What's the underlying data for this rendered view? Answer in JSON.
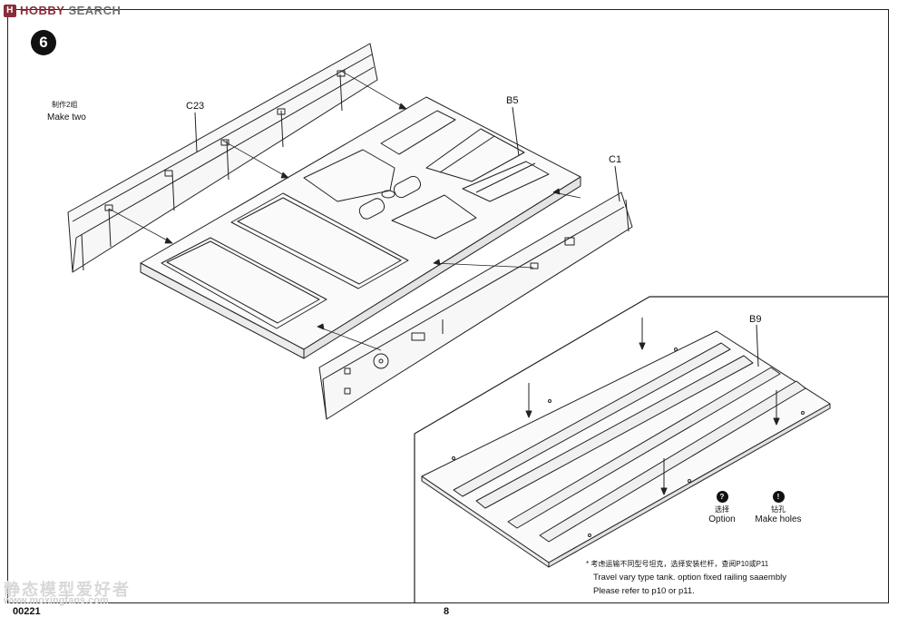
{
  "watermark": {
    "brand_mark": "H",
    "brand_a": "HOBBY",
    "brand_b": "SEARCH",
    "site_cn": "静态模型爱好者",
    "site_url": "www.moxingfans.com"
  },
  "step": {
    "number": "6"
  },
  "note": {
    "cn": "制作2组",
    "en": "Make two"
  },
  "parts": {
    "c23": "C23",
    "b5": "B5",
    "c1": "C1",
    "b9": "B9"
  },
  "legend": {
    "option": {
      "glyph": "?",
      "cn": "选择",
      "en": "Option"
    },
    "holes": {
      "glyph": "!",
      "cn": "钻孔",
      "en": "Make holes"
    }
  },
  "footnote": {
    "star": "*",
    "cn": "考虑运输不同型号坦克，选择安装栏杆，查阅P10或P11",
    "line1": "Travel vary type tank. option fixed railing saaembly",
    "line2": "Please refer to  p10 or p11."
  },
  "footer": {
    "code": "00221",
    "page": "8"
  },
  "colors": {
    "line": "#222222",
    "brand": "#8a2c3a"
  }
}
